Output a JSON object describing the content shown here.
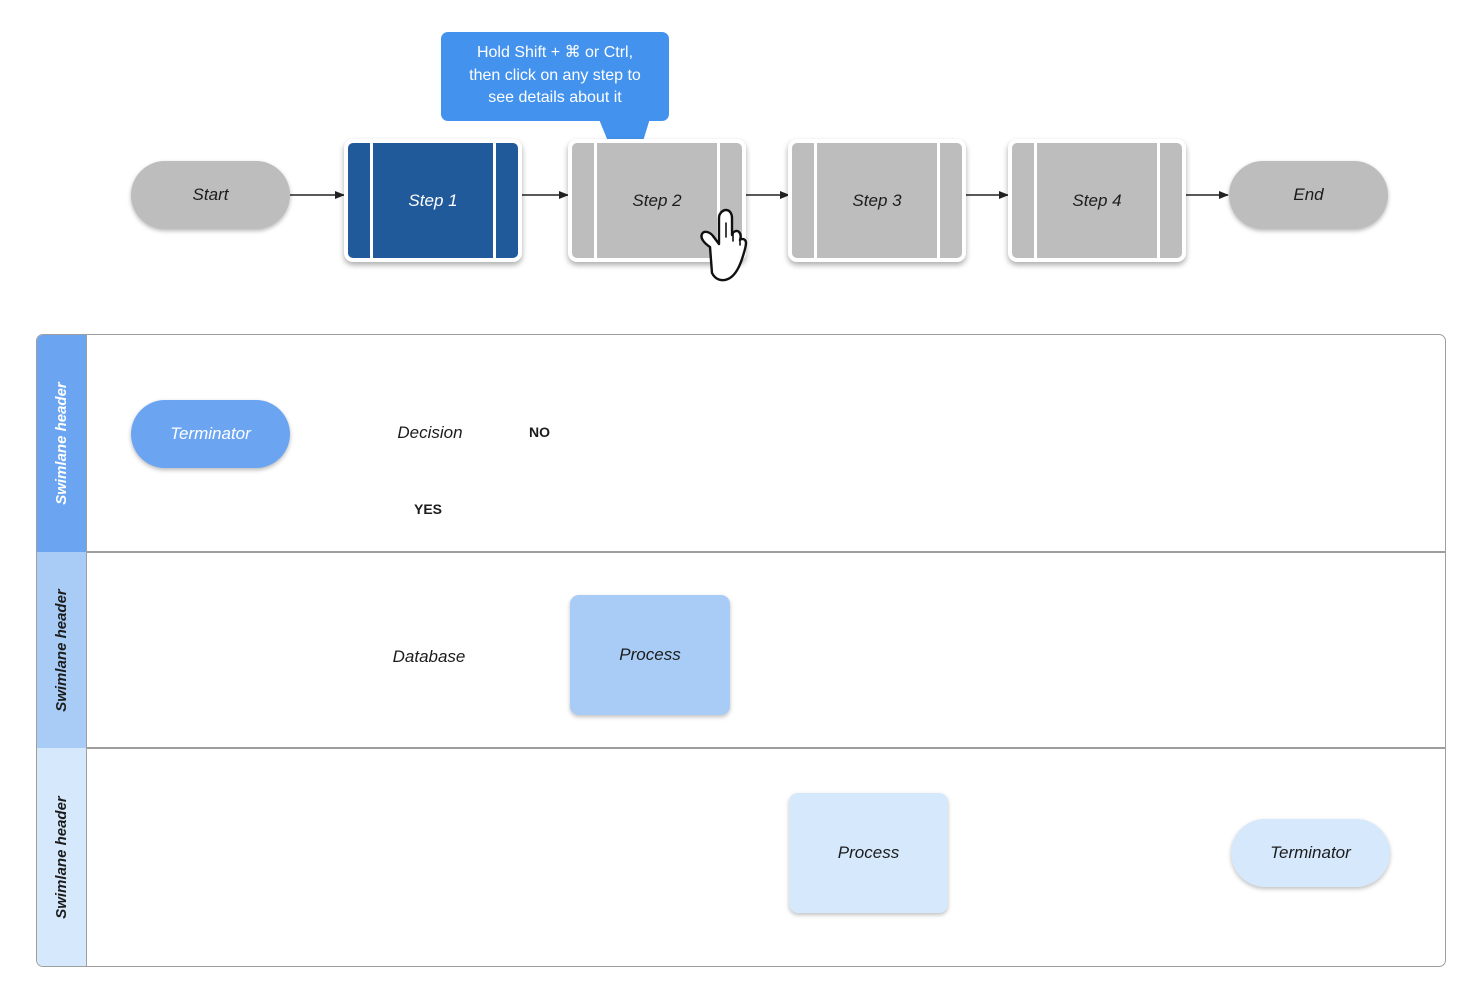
{
  "tooltip": {
    "lines": [
      "Hold Shift + ⌘ or Ctrl,",
      "then click on any step to",
      "see details about it"
    ],
    "background": "#4292ee",
    "text_color": "#ffffff"
  },
  "top_flow": {
    "nodes": [
      {
        "id": "start",
        "label": "Start",
        "shape": "terminator",
        "fill": "#bdbdbd",
        "text_color": "#1c1c1c"
      },
      {
        "id": "step1",
        "label": "Step 1",
        "shape": "predefined-process",
        "fill": "#215a9b",
        "text_color": "#ffffff",
        "selected": true
      },
      {
        "id": "step2",
        "label": "Step 2",
        "shape": "predefined-process",
        "fill": "#bdbdbd",
        "text_color": "#1c1c1c",
        "hovered": true
      },
      {
        "id": "step3",
        "label": "Step 3",
        "shape": "predefined-process",
        "fill": "#bdbdbd",
        "text_color": "#1c1c1c"
      },
      {
        "id": "step4",
        "label": "Step 4",
        "shape": "predefined-process",
        "fill": "#bdbdbd",
        "text_color": "#1c1c1c"
      },
      {
        "id": "end",
        "label": "End",
        "shape": "terminator",
        "fill": "#bdbdbd",
        "text_color": "#1c1c1c"
      }
    ],
    "connector_count": 5
  },
  "pool": {
    "lanes": [
      {
        "id": "lane-1",
        "header": "Swimlane header",
        "fill": "#6ba5f2",
        "text_color": "#ffffff"
      },
      {
        "id": "lane-2",
        "header": "Swimlane header",
        "fill": "#a8ccf5",
        "text_color": "#1c1c1c"
      },
      {
        "id": "lane-3",
        "header": "Swimlane header",
        "fill": "#d6e8fb",
        "text_color": "#1c1c1c"
      }
    ],
    "border_color": "#9e9e9e"
  },
  "diagram": {
    "nodes": [
      {
        "id": "terminator-start",
        "label": "Terminator",
        "shape": "terminator",
        "lane": "lane-1",
        "fill": "#6ba5f2",
        "text_color": "#ffffff"
      },
      {
        "id": "decision",
        "label": "Decision",
        "shape": "decision",
        "lane": "lane-1",
        "fill": "#ffffff",
        "stroke": "#1a4f84",
        "text_color": "#1c1c1c"
      },
      {
        "id": "database",
        "label": "Database",
        "shape": "cylinder",
        "lane": "lane-2",
        "fill": "#a8ccf5",
        "text_color": "#1c1c1c"
      },
      {
        "id": "process-1",
        "label": "Process",
        "shape": "process",
        "lane": "lane-2",
        "fill": "#a8ccf5",
        "text_color": "#1c1c1c"
      },
      {
        "id": "process-2",
        "label": "Process",
        "shape": "process",
        "lane": "lane-3",
        "fill": "#d6e8fb",
        "text_color": "#1c1c1c"
      },
      {
        "id": "terminator-end",
        "label": "Terminator",
        "shape": "terminator",
        "lane": "lane-3",
        "fill": "#d6e8fb",
        "text_color": "#1c1c1c"
      }
    ],
    "edges": [
      {
        "id": "edge-terminator-decision",
        "from": "terminator-start",
        "to": "decision",
        "label": ""
      },
      {
        "id": "edge-decision-no",
        "from": "decision",
        "to": "terminator-end",
        "label": "NO"
      },
      {
        "id": "edge-decision-yes",
        "from": "decision",
        "to": "database",
        "label": "YES"
      },
      {
        "id": "edge-database-process",
        "from": "database",
        "to": "process-1",
        "label": ""
      },
      {
        "id": "edge-process-process",
        "from": "process-1",
        "to": "process-2",
        "label": ""
      },
      {
        "id": "edge-process-terminator",
        "from": "process-2",
        "to": "terminator-end",
        "label": ""
      }
    ]
  },
  "cursor": {
    "type": "pointer-hand-cursor"
  }
}
